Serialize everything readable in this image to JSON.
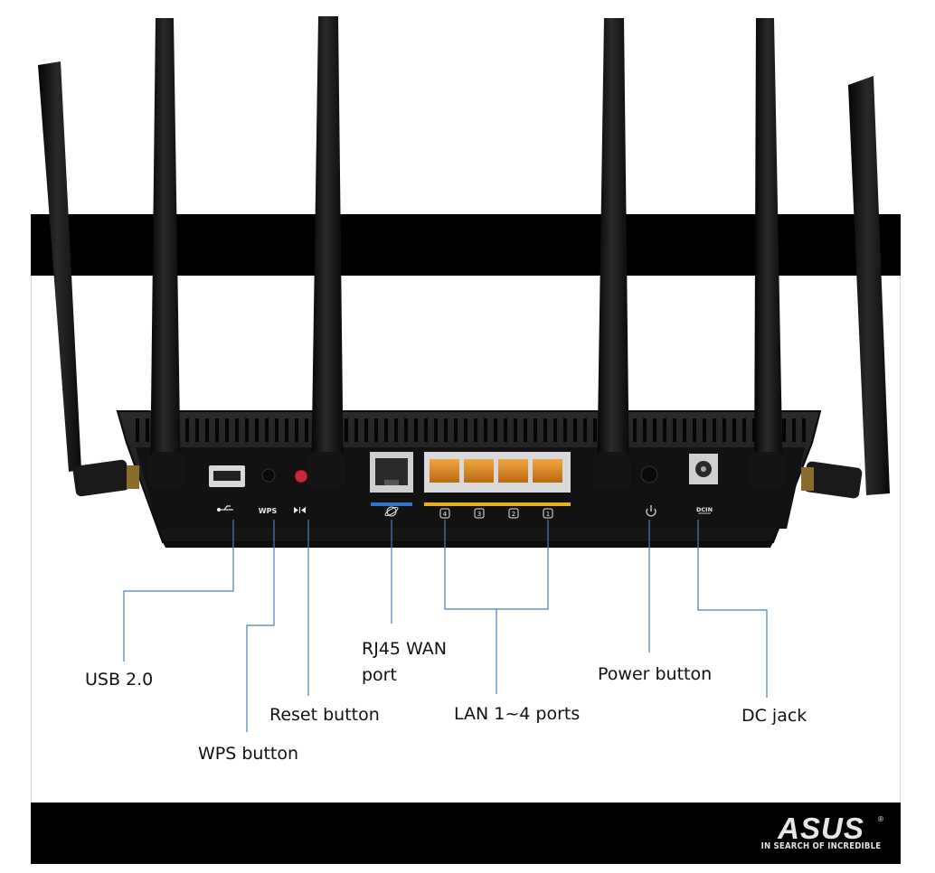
{
  "labels": {
    "usb": "USB 2.0",
    "wps": "WPS button",
    "reset": "Reset button",
    "wan": "RJ45 WAN port",
    "lan": "LAN 1~4 ports",
    "power": "Power button",
    "dc": "DC jack"
  },
  "port_marks": {
    "wps": "WPS",
    "dc": "DCIN",
    "lan": [
      "4",
      "3",
      "2",
      "1"
    ]
  },
  "brand": {
    "logo": "ASUS",
    "tagline": "IN SEARCH OF INCREDIBLE"
  },
  "colors": {
    "leader_line": "#4a7fb5",
    "router_body": "#1b1b1b",
    "wan_accent": "#2f74c8",
    "lan_accent": "#e3b21d",
    "reset_button": "#c8283c",
    "lan_port_orange": "#d9882a"
  }
}
